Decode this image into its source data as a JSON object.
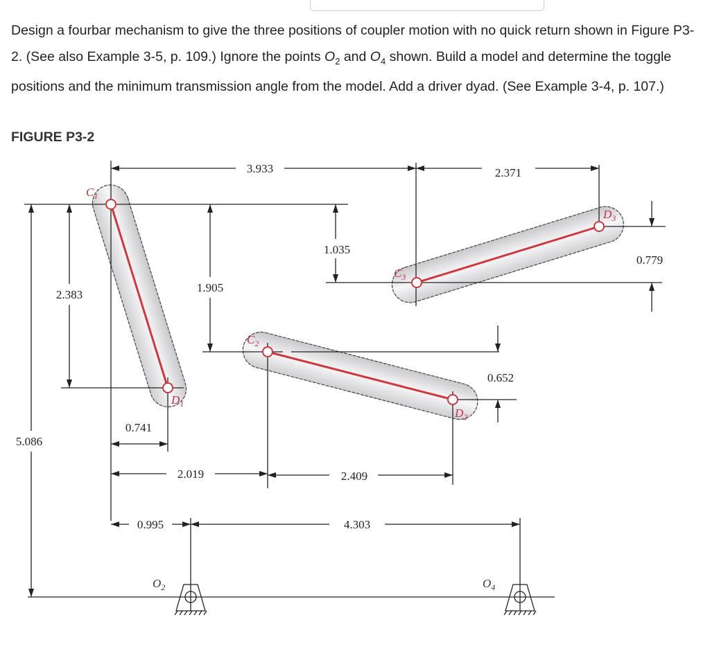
{
  "problem": {
    "text_1": "Design a fourbar mechanism to give the three positions of coupler motion with no quick return shown in Figure P3-2. (See also Example 3-5, p. 109.) Ignore the points ",
    "o2_main": "O",
    "o2_sub": "2",
    "and": " and ",
    "o4_main": "O",
    "o4_sub": "4",
    "text_2": " shown. Build a model and determine the toggle positions and the minimum transmission angle from the model. Add a driver dyad. (See Example 3-4, p. 107.)"
  },
  "figure": {
    "title": "FIGURE P3-2",
    "points": {
      "c1": "C1",
      "d1": "D1",
      "c2": "C2",
      "d2": "D2",
      "c3": "C3",
      "d3": "D3",
      "o2": "O2",
      "o4": "O4"
    },
    "dimensions": {
      "d_3933": "3.933",
      "d_2371": "2.371",
      "d_1035": "1.035",
      "d_0779": "0.779",
      "d_2383": "2.383",
      "d_1905": "1.905",
      "d_0652": "0.652",
      "d_5086": "5.086",
      "d_0741": "0.741",
      "d_2019": "2.019",
      "d_2409": "2.409",
      "d_0995": "0.995",
      "d_4303": "4.303"
    },
    "colors": {
      "coupler_line": "#d0363b",
      "link_fill": "#e4e4e6"
    }
  }
}
